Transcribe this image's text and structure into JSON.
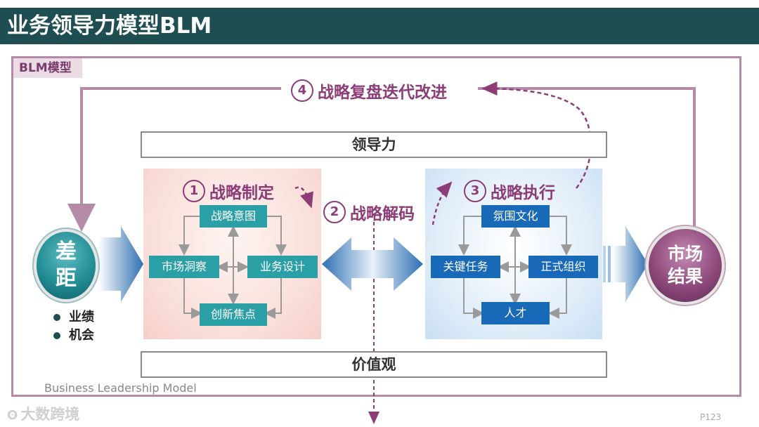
{
  "header": {
    "title": "业务领导力模型BLM"
  },
  "model_tag": "BLM模型",
  "top_loop": {
    "number": "4",
    "label": "战略复盘迭代改进"
  },
  "leadership": "领导力",
  "values": "价值观",
  "strategy_formulation": {
    "number": "1",
    "label": "战略制定",
    "nodes": {
      "top": "战略意图",
      "left": "市场洞察",
      "right": "业务设计",
      "bottom": "创新焦点"
    }
  },
  "strategy_decoding": {
    "number": "2",
    "label": "战略解码"
  },
  "strategy_execution": {
    "number": "3",
    "label": "战略执行",
    "nodes": {
      "top": "氛围文化",
      "left": "关键任务",
      "right": "正式组织",
      "bottom": "人才"
    }
  },
  "gap": {
    "line1": "差",
    "line2": "距",
    "bullets": [
      "业绩",
      "机会"
    ]
  },
  "result": {
    "line1": "市场",
    "line2": "结果"
  },
  "footer_note": "Business Leadership Model",
  "watermark": "大数跨境",
  "page_number": "P123",
  "colors": {
    "header": "#1e4d52",
    "accent": "#8c3d78",
    "teal": "#2b9fa6",
    "blue": "#1869b8",
    "frame": "#b58aa8"
  }
}
